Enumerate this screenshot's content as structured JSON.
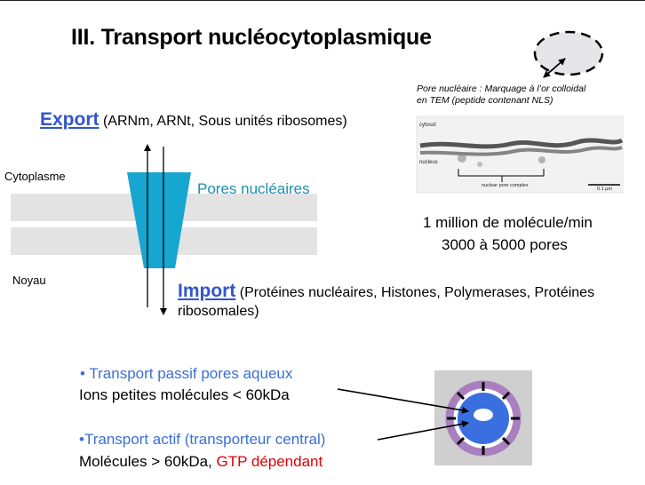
{
  "title": "III. Transport nucléocytoplasmique",
  "micrograph": {
    "caption_line1": "Pore  nucléaire : Marquage à l’or colloidal",
    "caption_line2": "en TEM (peptide contenant NLS)",
    "label_cytosol": "cytosol",
    "label_nucleus": "nucleus",
    "label_npc": "nuclear pore complex",
    "scale": "0.1 µm"
  },
  "export": {
    "keyword": "Export",
    "detail": "(ARNm, ARNt, Sous unités ribosomes)"
  },
  "labels": {
    "cytoplasme": "Cytoplasme",
    "noyau": "Noyau",
    "pores": "Pores nucléaires"
  },
  "stats": {
    "line1": "1 million de molécule/min",
    "line2": "3000 à 5000 pores"
  },
  "import": {
    "keyword": "Import",
    "detail": "(Protéines nucléaires, Histones, Polymerases, Protéines ribosomales)"
  },
  "transport": {
    "passif_title": "• Transport passif pores aqueux",
    "passif_detail": "Ions petites molécules < 60kDa",
    "actif_title": "•Transport actif (transporteur central)",
    "actif_detail_black": "Molécules > 60kDa, ",
    "actif_detail_red": "GTP dépendant"
  },
  "colors": {
    "accent_blue": "#3355cc",
    "pore_cyan": "#17a6d0",
    "ring_purple": "#a97fc0",
    "core_blue": "#3a6fe0",
    "red": "#e00000"
  }
}
